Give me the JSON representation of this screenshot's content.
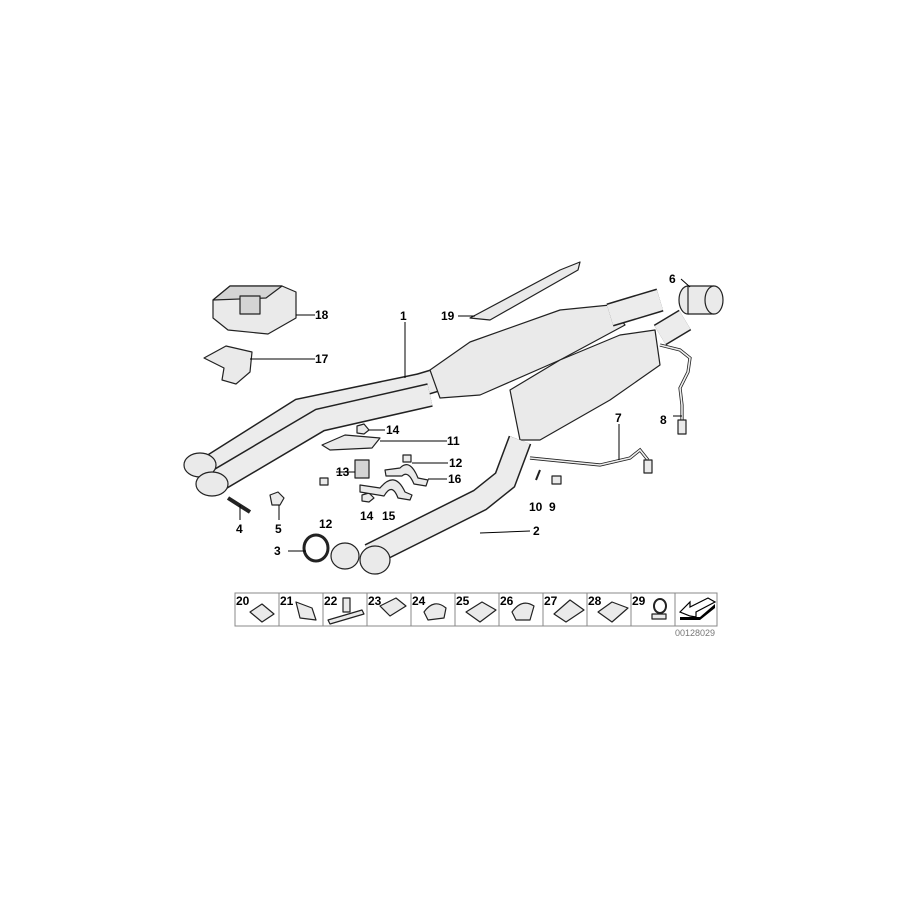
{
  "diagram": {
    "callouts": [
      "1",
      "2",
      "3",
      "4",
      "5",
      "6",
      "7",
      "8",
      "9",
      "10",
      "11",
      "12",
      "12",
      "13",
      "14",
      "14",
      "15",
      "16",
      "17",
      "18",
      "19"
    ],
    "strip_items": [
      "20",
      "21",
      "22",
      "23",
      "24",
      "25",
      "26",
      "27",
      "28",
      "29"
    ],
    "drawing_code": "00128029"
  }
}
